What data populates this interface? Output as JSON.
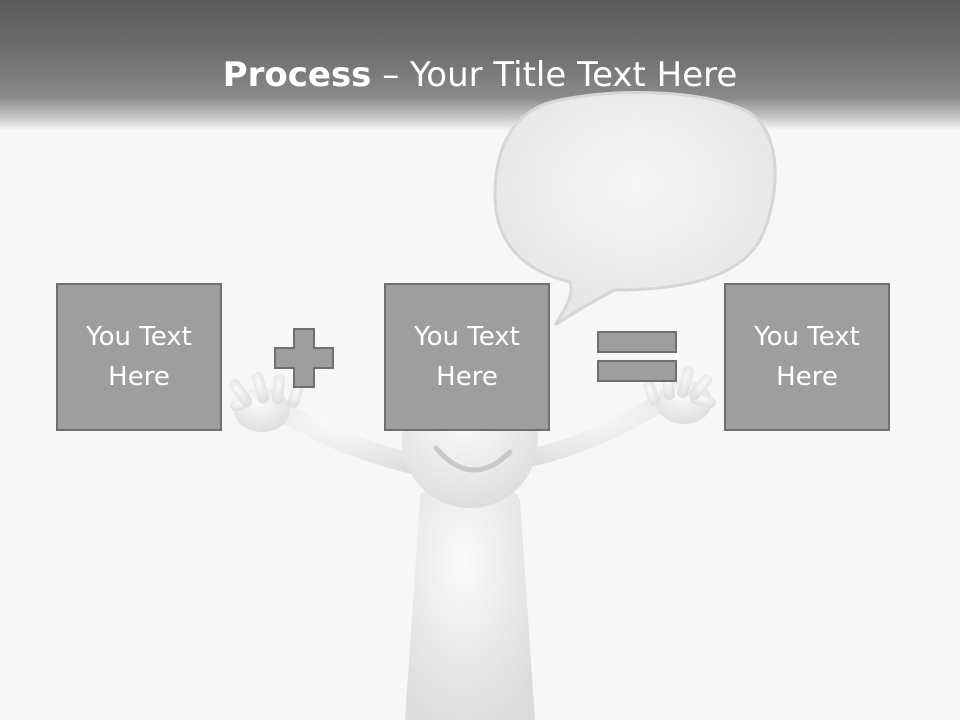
{
  "slide": {
    "title_bold": "Process",
    "title_rest": " – Your Title Text Here"
  },
  "boxes": [
    {
      "text": "You Text Here"
    },
    {
      "text": "You Text Here"
    },
    {
      "text": "You Text Here"
    }
  ],
  "operators": [
    "plus-icon",
    "equals-icon"
  ],
  "colors": {
    "header": "#6e6e6e",
    "box_fill": "#9e9e9e",
    "box_border": "#6f6f6f",
    "text": "#ffffff"
  }
}
